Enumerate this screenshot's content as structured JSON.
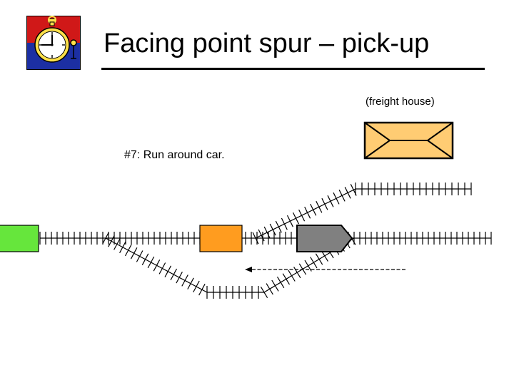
{
  "header": {
    "title": "Facing point spur – pick-up",
    "logo_icon": "stopwatch-icon"
  },
  "labels": {
    "building": "(freight house)",
    "step": "#7:  Run around car."
  },
  "colors": {
    "locomotive": "#66e63c",
    "car_being_moved": "#ff9c1f",
    "spotted_car": "#808080",
    "freight_house": "#ffcc73",
    "logo_red": "#d01818",
    "logo_blue": "#1c2fa3",
    "logo_clock": "#ffe14a"
  },
  "icons": {
    "move_arrow": "arrow-left-icon"
  }
}
